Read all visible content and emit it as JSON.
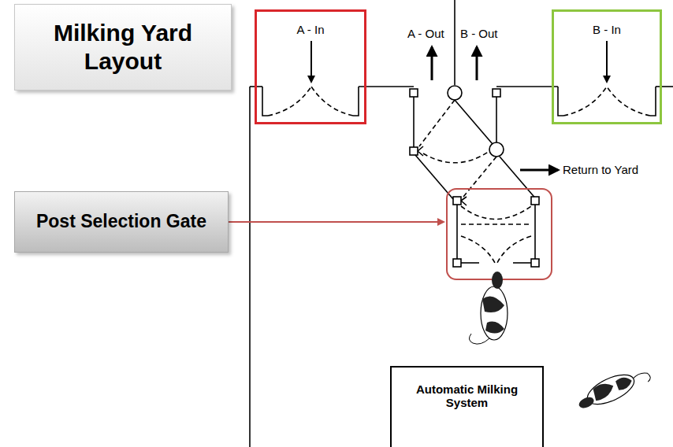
{
  "diagram": {
    "nodes": [
      {
        "text": [
          "Milking Yard Layout"
        ]
      },
      {
        "text": [
          "A - In"
        ]
      },
      {
        "text": [
          "B - In"
        ]
      },
      {
        "text": [
          "Post Selection Gate"
        ]
      },
      {
        "text": [
          "Automatic Milking System"
        ]
      }
    ],
    "labels": [
      "A - Out",
      "B - Out",
      "Return to Yard"
    ]
  }
}
